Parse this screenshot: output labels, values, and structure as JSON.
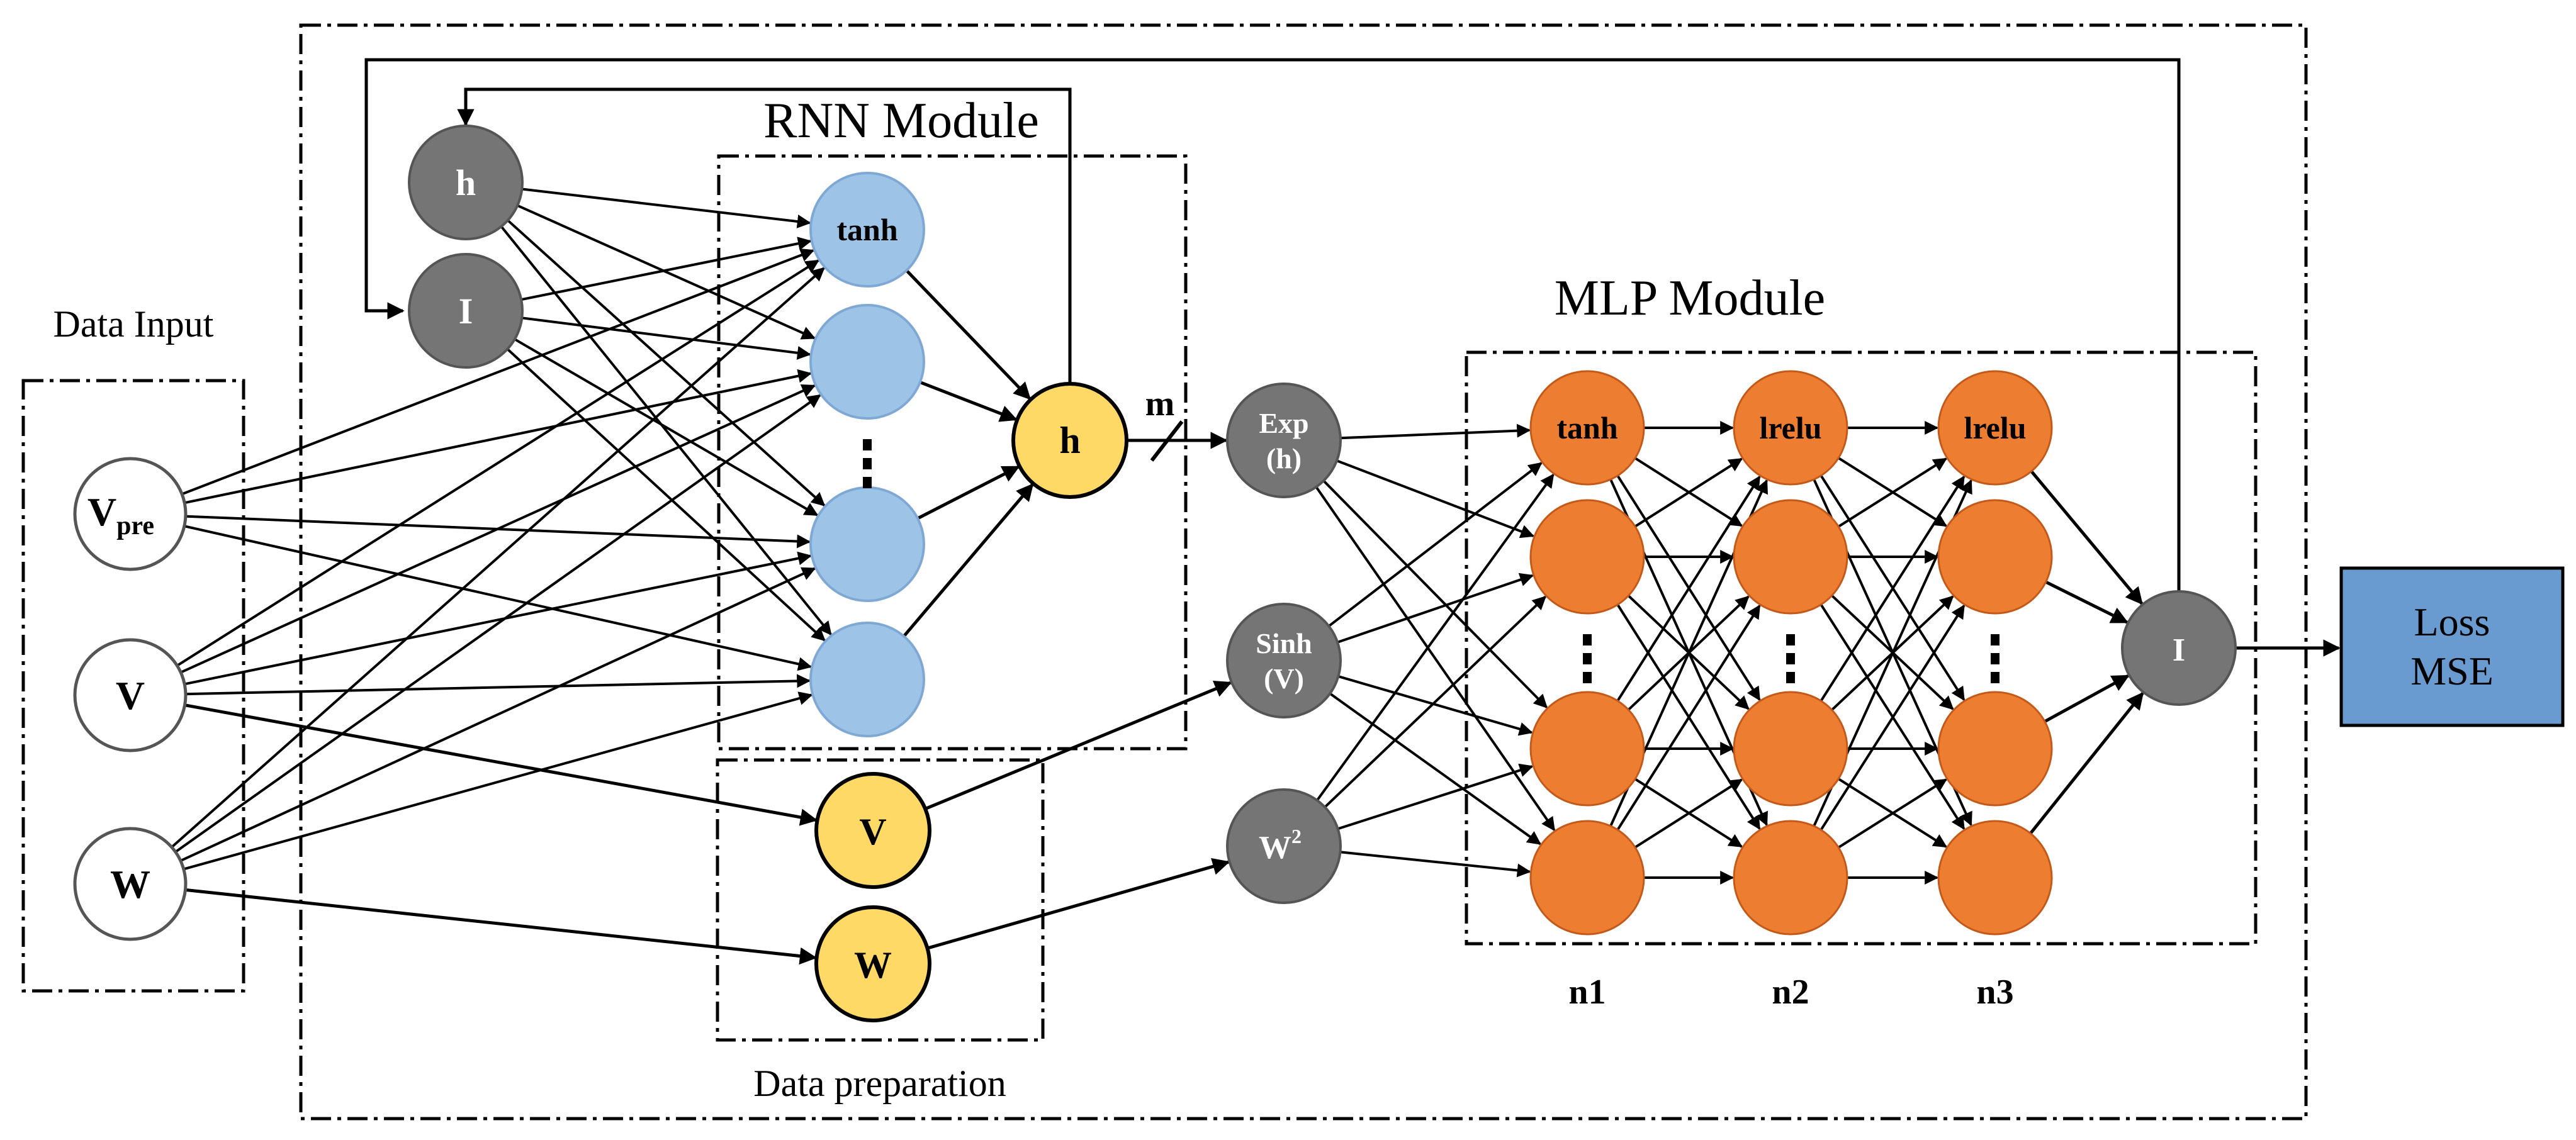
{
  "labels": {
    "data_input": "Data Input",
    "rnn_module": "RNN Module",
    "mlp_module": "MLP Module",
    "data_preparation": "Data preparation",
    "m": "m",
    "n1": "n1",
    "n2": "n2",
    "n3": "n3"
  },
  "inputs": {
    "v_pre_main": "V",
    "v_pre_sub": "pre",
    "v": "V",
    "w": "W"
  },
  "feedback": {
    "h": "h",
    "i": "I"
  },
  "rnn": {
    "activation": "tanh",
    "output": "h"
  },
  "prep": {
    "v": "V",
    "w": "W"
  },
  "features": {
    "exp_line1": "Exp",
    "exp_line2": "(h)",
    "sinh_line1": "Sinh",
    "sinh_line2": "(V)",
    "w2_main": "W",
    "w2_sup": "2"
  },
  "mlp": {
    "layer1_activation": "tanh",
    "layer2_activation": "lrelu",
    "layer3_activation": "lrelu"
  },
  "output": {
    "i": "I"
  },
  "loss": {
    "line1": "Loss",
    "line2": "MSE"
  },
  "colors": {
    "gray_node": "#757575",
    "blue_node": "#9DC3E6",
    "yellow_node": "#FFD966",
    "orange_node": "#ED7D31",
    "loss_box": "#6A9BD0"
  }
}
